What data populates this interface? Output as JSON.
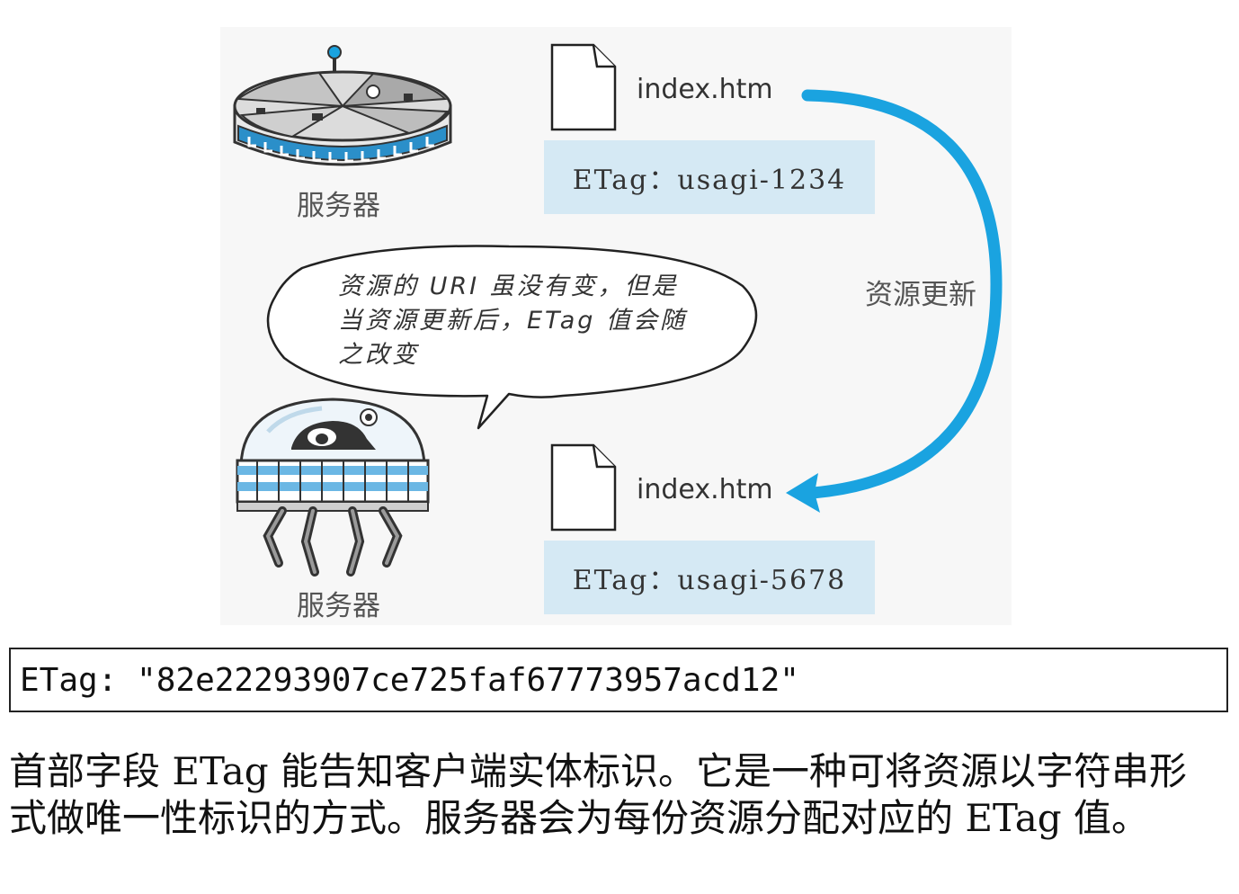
{
  "diagram": {
    "server_label": "服务器",
    "client_label": "服务器",
    "top_file": {
      "name": "index.htm",
      "etag": "ETag：usagi-1234"
    },
    "bottom_file": {
      "name": "index.htm",
      "etag": "ETag：usagi-5678"
    },
    "update_label": "资源更新",
    "speech_bubble": {
      "line1": "资源的 URI 虽没有变，但是",
      "line2": "当资源更新后，ETag 值会随",
      "line3": "之改变"
    }
  },
  "code_example": "ETag: \"82e22293907ce725faf67773957acd12\"",
  "description": "首部字段 ETag 能告知客户端实体标识。它是一种可将资源以字符串形式做唯一性标识的方式。服务器会为每份资源分配对应的 ETag 值。",
  "colors": {
    "accent_blue": "#1aa3e0",
    "etag_box": "#d5e9f4",
    "robot_stripe": "#6bb7e4"
  }
}
